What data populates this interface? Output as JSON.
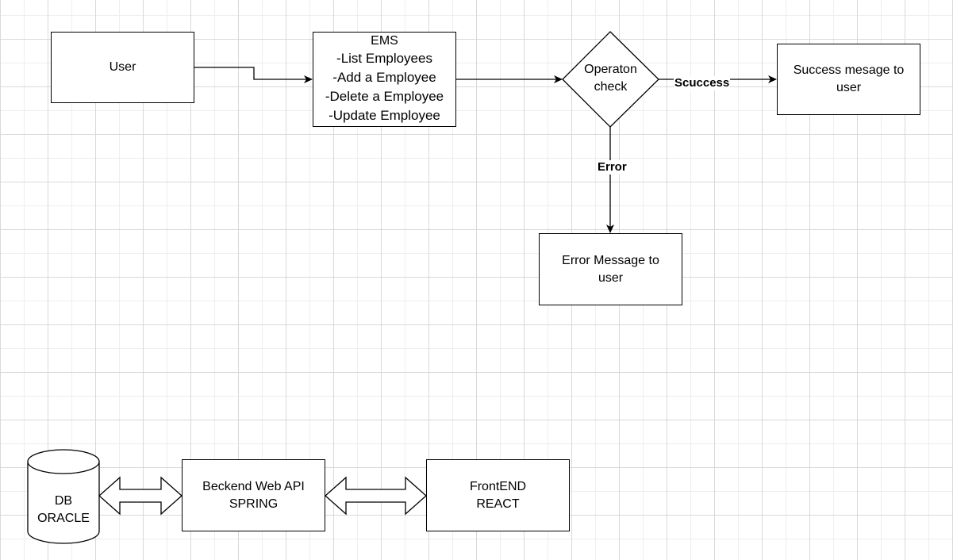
{
  "flow": {
    "user": "User",
    "ems": {
      "title": "EMS",
      "items": [
        "-List Employees",
        "-Add a Employee",
        "-Delete a Employee",
        "-Update Employee"
      ]
    },
    "decision": [
      "Operaton",
      "check"
    ],
    "success_label": "Scuccess",
    "error_label": "Error",
    "success_box": [
      "Success mesage to",
      "user"
    ],
    "error_box": [
      "Error Message to",
      "user"
    ]
  },
  "architecture": {
    "db": [
      "DB",
      "ORACLE"
    ],
    "backend": [
      "Beckend Web API",
      "SPRING"
    ],
    "frontend": [
      "FrontEND",
      "REACT"
    ]
  },
  "colors": {
    "stroke": "#000000",
    "fill": "#ffffff",
    "grid": "#d9d9d9"
  }
}
